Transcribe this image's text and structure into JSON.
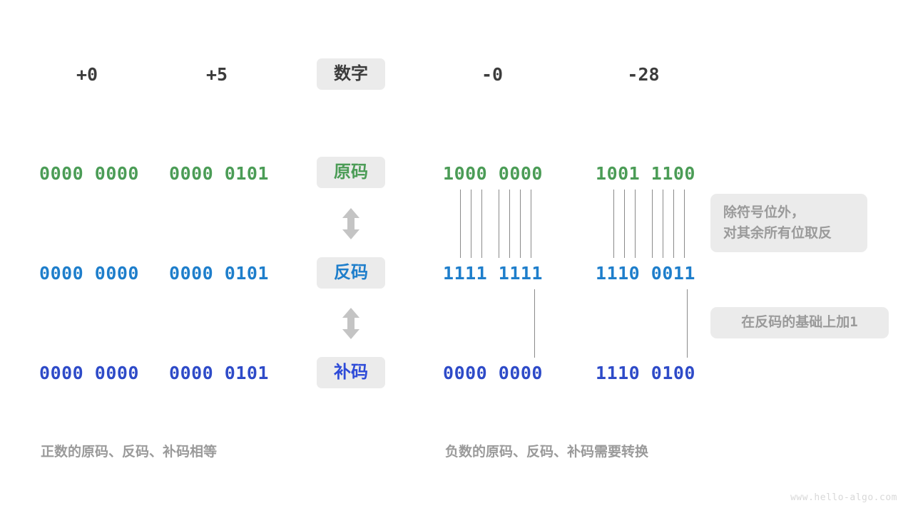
{
  "figure": {
    "watermark": "www.hello-algo.com",
    "colors": {
      "green": "#4b9c56",
      "blue": "#1e7ecb",
      "indigo": "#2e4bc8",
      "dark": "#3c3c3c",
      "gray_text": "#9a9a9a",
      "badge_bg": "#ebebeb",
      "tick": "#8a8a8a",
      "arrow": "#c4c4c4",
      "background": "#ffffff"
    }
  },
  "columns": {
    "labels": [
      "+0",
      "+5",
      "数字",
      "-0",
      "-28"
    ],
    "positive": [
      "+0",
      "+5"
    ],
    "negative": [
      "-0",
      "-28"
    ],
    "center_header": "数字"
  },
  "rows": [
    {
      "key": "yuan",
      "label": "原码",
      "color": "#4b9c56",
      "values": {
        "plus0": "0000 0000",
        "plus5": "0000 0101",
        "minus0": "1000 0000",
        "minus28": "1001 1100"
      }
    },
    {
      "key": "fan",
      "label": "反码",
      "color": "#1e7ecb",
      "values": {
        "plus0": "0000 0000",
        "plus5": "0000 0101",
        "minus0": "1111 1111",
        "minus28": "1110 0011"
      }
    },
    {
      "key": "bu",
      "label": "补码",
      "color": "#2e4bc8",
      "values": {
        "plus0": "0000 0000",
        "plus5": "0000 0101",
        "minus0": "0000 0000",
        "minus28": "1110 0100"
      }
    }
  ],
  "notes": [
    {
      "key": "invert",
      "lines": [
        "除符号位外，",
        "对其余所有位取反"
      ]
    },
    {
      "key": "add-one",
      "lines": [
        "在反码的基础上加 1"
      ],
      "text_before": "在反码的基础上加 ",
      "mono_suffix": "1"
    }
  ],
  "captions": {
    "left": "正数的原码、反码、补码相等",
    "right": "负数的原码、反码、补码需要转换"
  }
}
